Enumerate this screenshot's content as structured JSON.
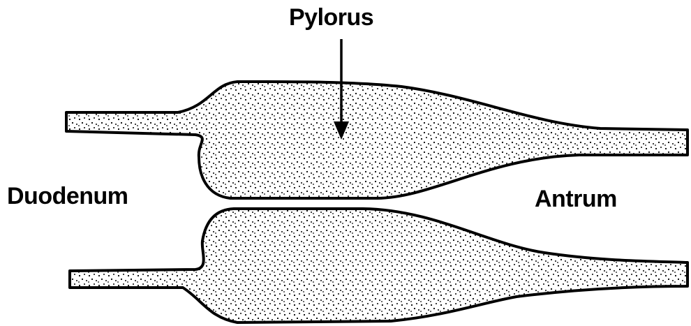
{
  "labels": {
    "pylorus": "Pylorus",
    "duodenum": "Duodenum",
    "antrum": "Antrum"
  },
  "colors": {
    "ink": "#000000",
    "background": "#ffffff"
  }
}
